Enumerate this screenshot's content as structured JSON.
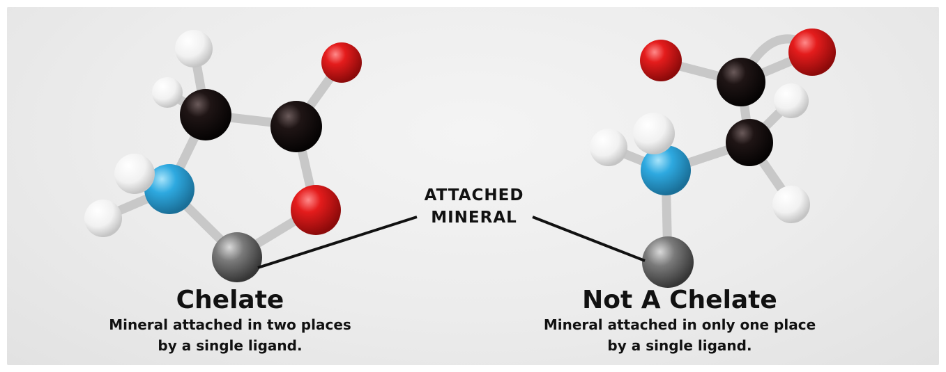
{
  "callout": {
    "line1": "ATTACHED",
    "line2": "MINERAL"
  },
  "left_caption": {
    "title": "Chelate",
    "line1": "Mineral attached in two places",
    "line2": "by a single ligand."
  },
  "right_caption": {
    "title": "Not A Chelate",
    "line1": "Mineral attached in only one place",
    "line2": "by a single ligand."
  },
  "colors": {
    "oxygen": "#d61a1a",
    "carbon": "#1a1212",
    "nitrogen": "#2aa6de",
    "hydrogen": "#f4f4f4",
    "mineral": "#6e6e6e",
    "bond": "#c9c9c9"
  }
}
